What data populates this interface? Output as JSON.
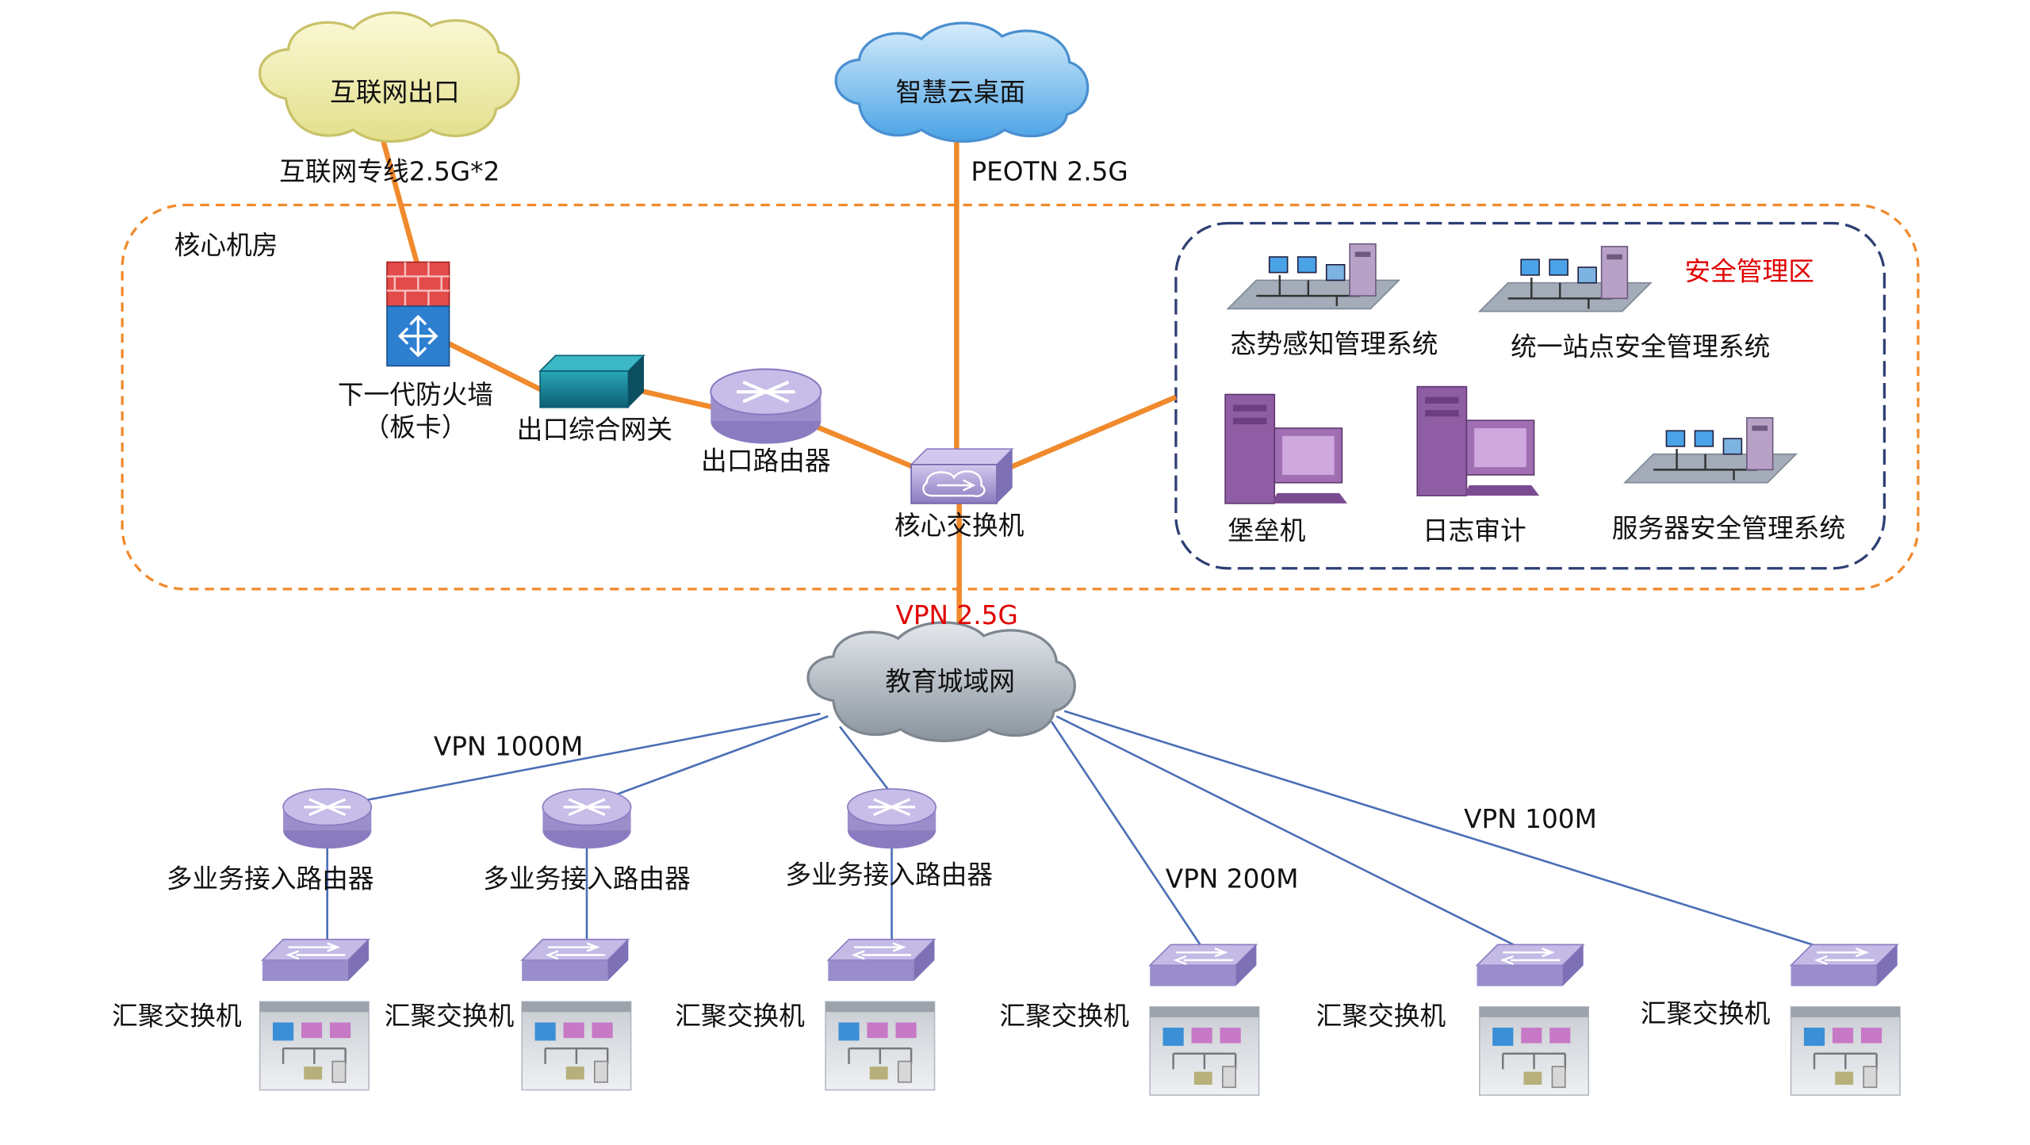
{
  "colors": {
    "orange_link": "#f08a2c",
    "blue_link": "#4a6fb5",
    "red_text": "#e00000",
    "core_zone_border": "#f08a2c",
    "security_zone_border": "#2e3f73",
    "cloud_internet": "#f3f0b0",
    "cloud_desktop": "#7fc1ef",
    "cloud_edu": "#9aa3ad",
    "device_purple": "#a99bd0"
  },
  "clouds": {
    "internet": "互联网出口",
    "desktop": "智慧云桌面",
    "edu_metro": "教育城域网"
  },
  "links": {
    "internet_line": "互联网专线2.5G*2",
    "peotn": "PEOTN 2.5G",
    "vpn_core": "VPN 2.5G",
    "vpn_1000": "VPN 1000M",
    "vpn_200": "VPN 200M",
    "vpn_100": "VPN 100M"
  },
  "core_room": {
    "title": "核心机房",
    "firewall_line1": "下一代防火墙",
    "firewall_line2": "（板卡）",
    "gateway": "出口综合网关",
    "exit_router": "出口路由器",
    "core_switch": "核心交换机"
  },
  "security_zone": {
    "title": "安全管理区",
    "items": [
      {
        "label": "态势感知管理系统",
        "icon": "network-system-icon"
      },
      {
        "label": "统一站点安全管理系统",
        "icon": "network-system-icon"
      },
      {
        "label": "堡垒机",
        "icon": "workstation-icon"
      },
      {
        "label": "日志审计",
        "icon": "workstation-icon"
      },
      {
        "label": "服务器安全管理系统",
        "icon": "network-system-icon"
      }
    ]
  },
  "access_routers": [
    "多业务接入路由器",
    "多业务接入路由器",
    "多业务接入路由器"
  ],
  "agg_switches": [
    "汇聚交换机",
    "汇聚交换机",
    "汇聚交换机",
    "汇聚交换机",
    "汇聚交换机",
    "汇聚交换机"
  ]
}
